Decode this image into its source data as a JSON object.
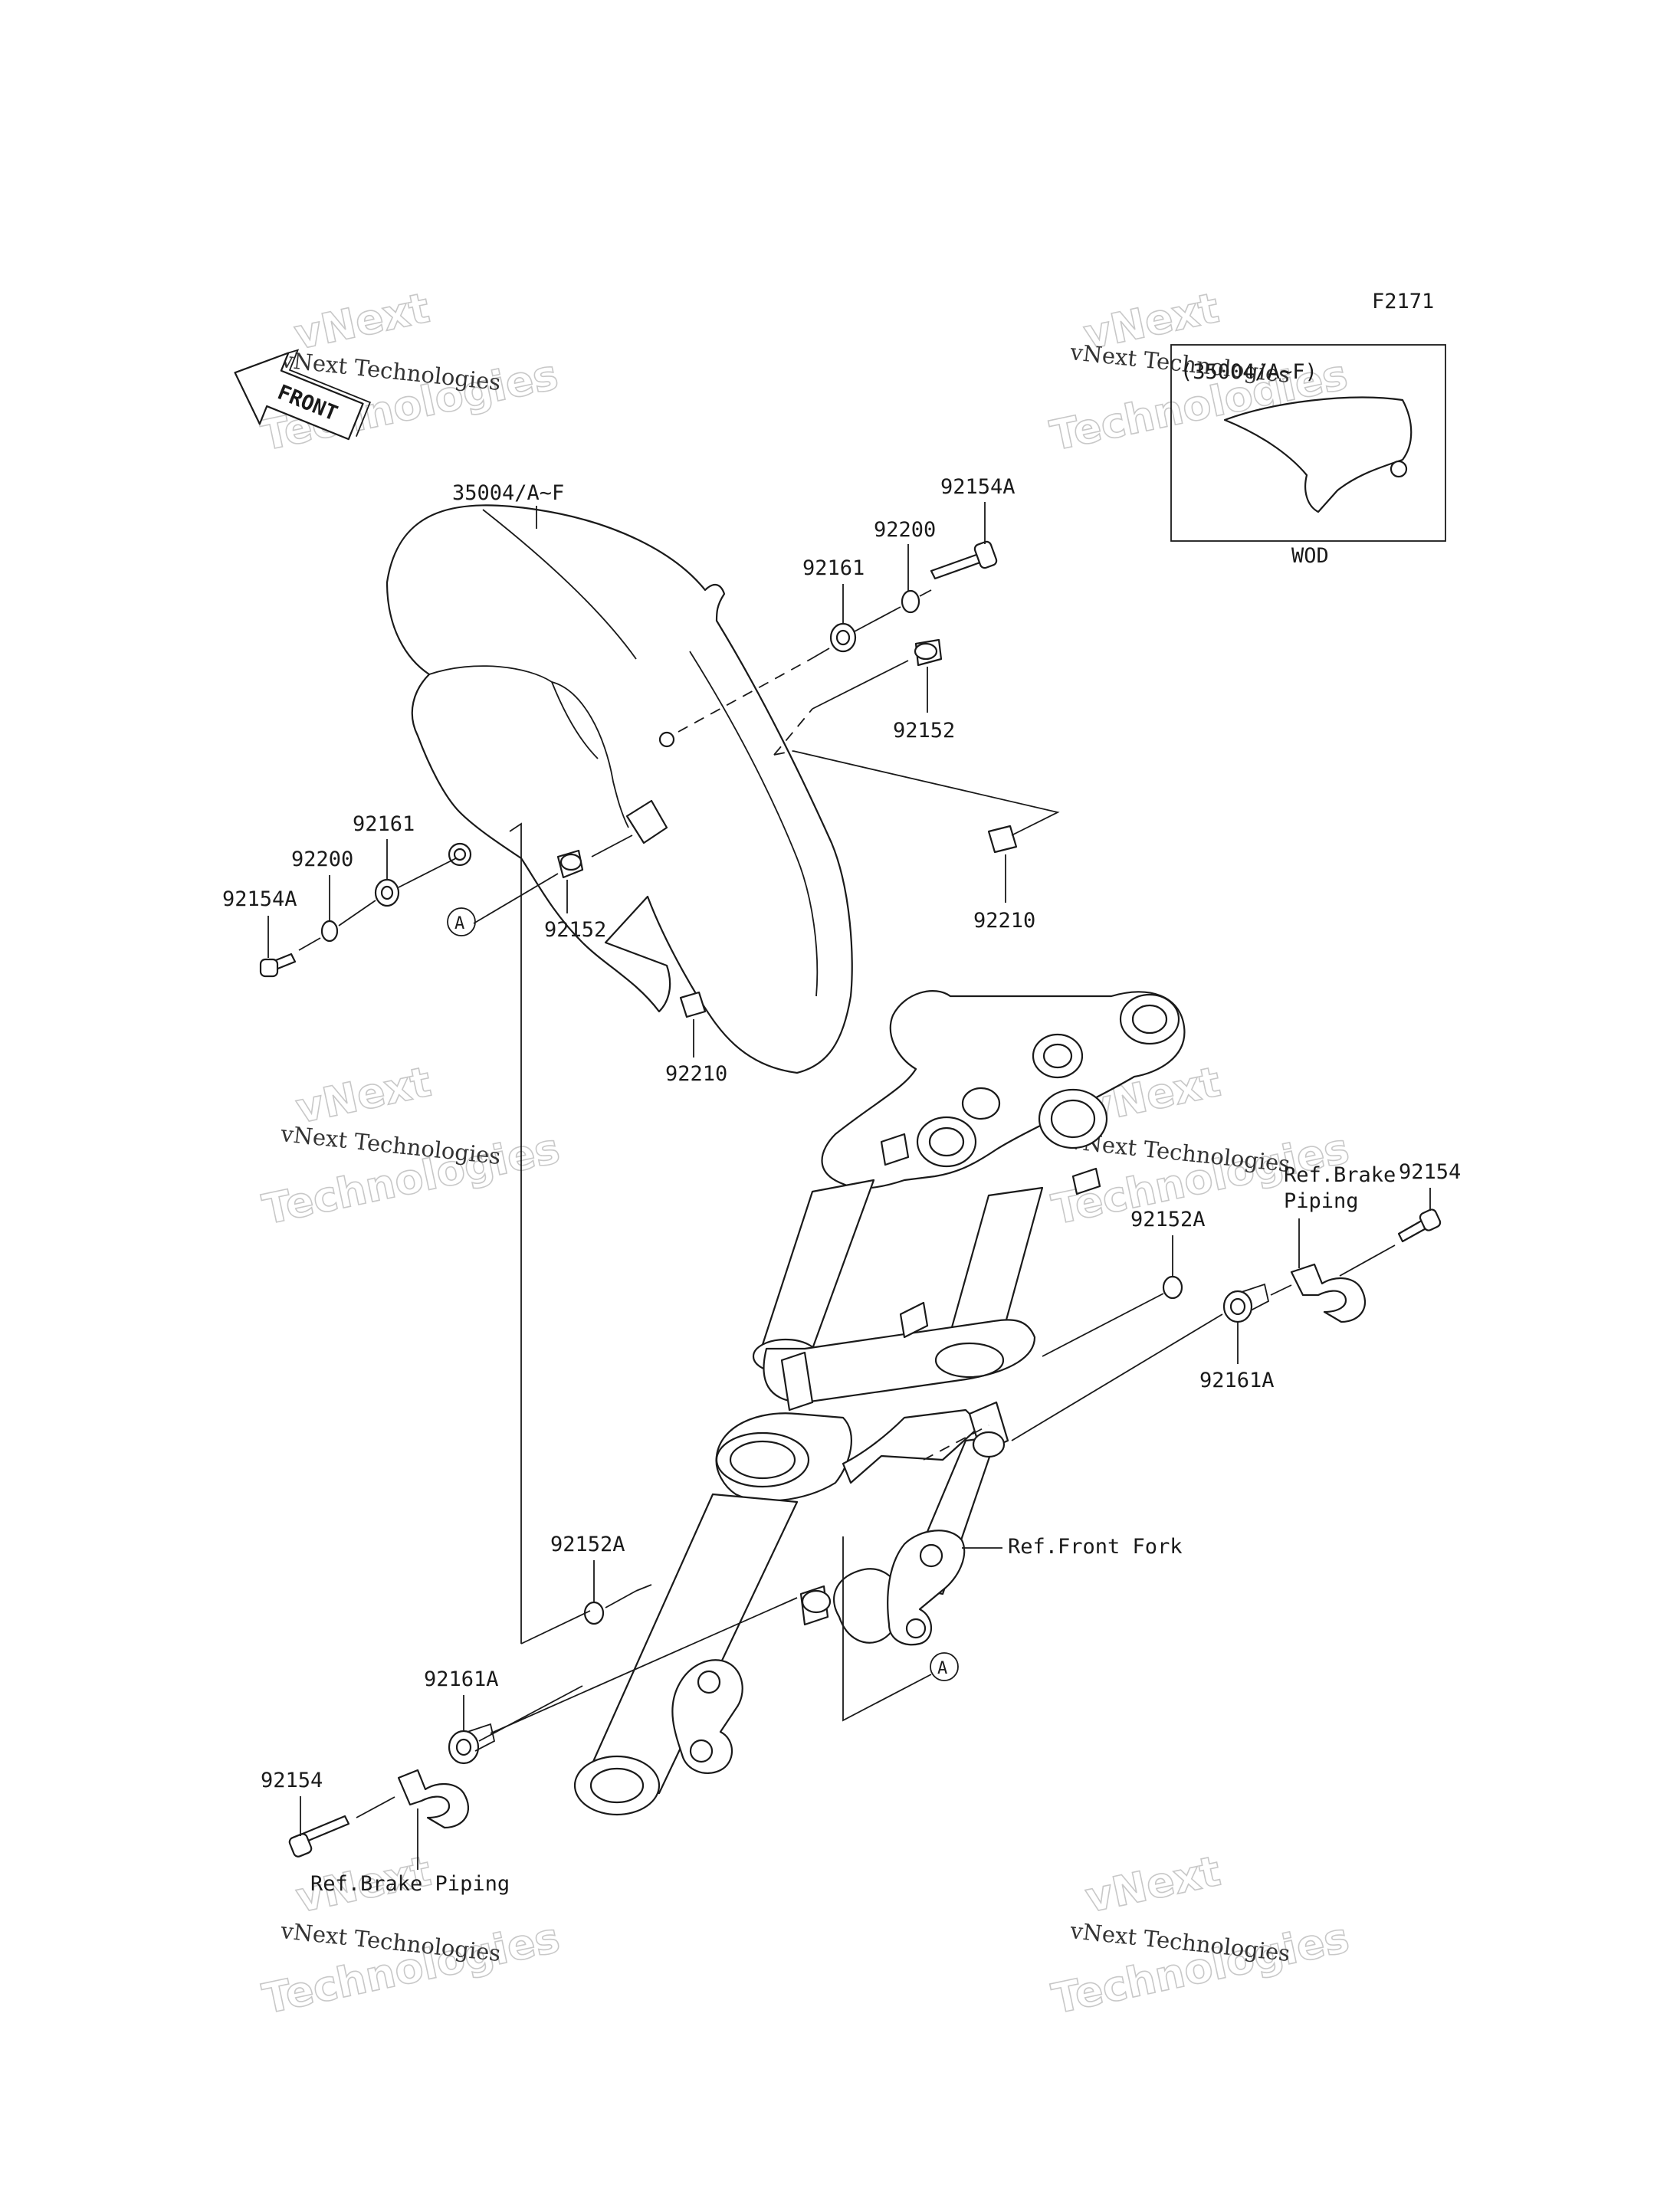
{
  "diagram_code": "F2171",
  "front_label": "FRONT",
  "watermark": {
    "line1": "vNext",
    "line2": "Technologies",
    "small": "vNext Technologies"
  },
  "inset": {
    "part_label": "(35004/A~F)",
    "variant": "WOD"
  },
  "labels": {
    "fender": "35004/A~F",
    "bolt_right": "92154A",
    "washer_right": "92200",
    "grommet_right": "92161",
    "collar_right": "92152",
    "nut_right": "92210",
    "grommet_left": "92161",
    "washer_left": "92200",
    "bolt_left": "92154A",
    "collar_left": "92152",
    "nut_bottom": "92210",
    "bolt_fork_right": "92154",
    "brake_piping_right": "Ref.Brake\nPiping",
    "collar_fork_right": "92152A",
    "grommet_fork_right": "92161A",
    "front_fork": "Ref.Front Fork",
    "collar_fork_left": "92152A",
    "grommet_fork_left": "92161A",
    "bolt_fork_left": "92154",
    "brake_piping_left": "Ref.Brake Piping",
    "marker_a_top": "A",
    "marker_a_bottom": "A"
  }
}
